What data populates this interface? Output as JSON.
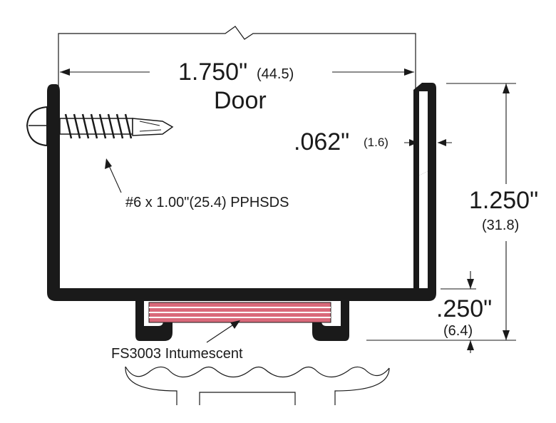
{
  "labels": {
    "door_width": "1.750\"",
    "door_width_mm": "(44.5)",
    "door": "Door",
    "thickness": ".062\"",
    "thickness_mm": "(1.6)",
    "screw_callout": "#6 x 1.00\"(25.4) PPHSDS",
    "height": "1.250\"",
    "height_mm": "(31.8)",
    "lip": ".250\"",
    "lip_mm": "(6.4)",
    "intumescent": "FS3003 Intumescent"
  },
  "colors": {
    "channel": "#1a1a1a",
    "intumescent_fill": "#d9697a",
    "intumescent_stripe": "#ffffff"
  }
}
